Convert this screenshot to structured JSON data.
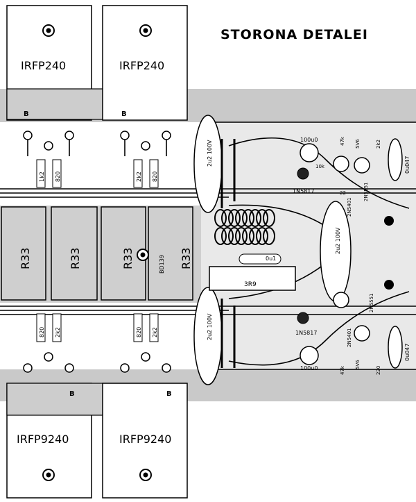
{
  "title": "STORONA DETALEI",
  "transistors_top": [
    {
      "name": "IRFP240",
      "pin": "B"
    },
    {
      "name": "IRFP240",
      "pin": "B"
    }
  ],
  "transistors_bottom": [
    {
      "name": "IRFP9240",
      "pin": "B"
    },
    {
      "name": "IRFP9240",
      "pin": "B"
    }
  ],
  "resistors_large": [
    "R33",
    "R33",
    "R33",
    "R33"
  ],
  "gate_resistors_top": [
    "1k2",
    "820",
    "2k2",
    "820"
  ],
  "gate_resistors_bottom": [
    "820",
    "2k2",
    "820",
    "2k2"
  ],
  "bias_transistor": "BD139",
  "capacitors_big": [
    "2u2\n100V",
    "2u2\n100V",
    "2u2\n100V"
  ],
  "coil_resistor": "3R9",
  "small_cap": "0u1",
  "electrolytics": [
    "100u0",
    "100u0"
  ],
  "diodes": [
    "1N5817",
    "1N5817"
  ],
  "driver_transistors": [
    "2N5551",
    "2N5401",
    "2N5401",
    "2N5551"
  ],
  "right_caps": [
    "0u047",
    "0u047"
  ],
  "misc_values": [
    "47k",
    "5V6",
    "22",
    "10k",
    "2k2",
    "220",
    "47k",
    "5V6"
  ]
}
